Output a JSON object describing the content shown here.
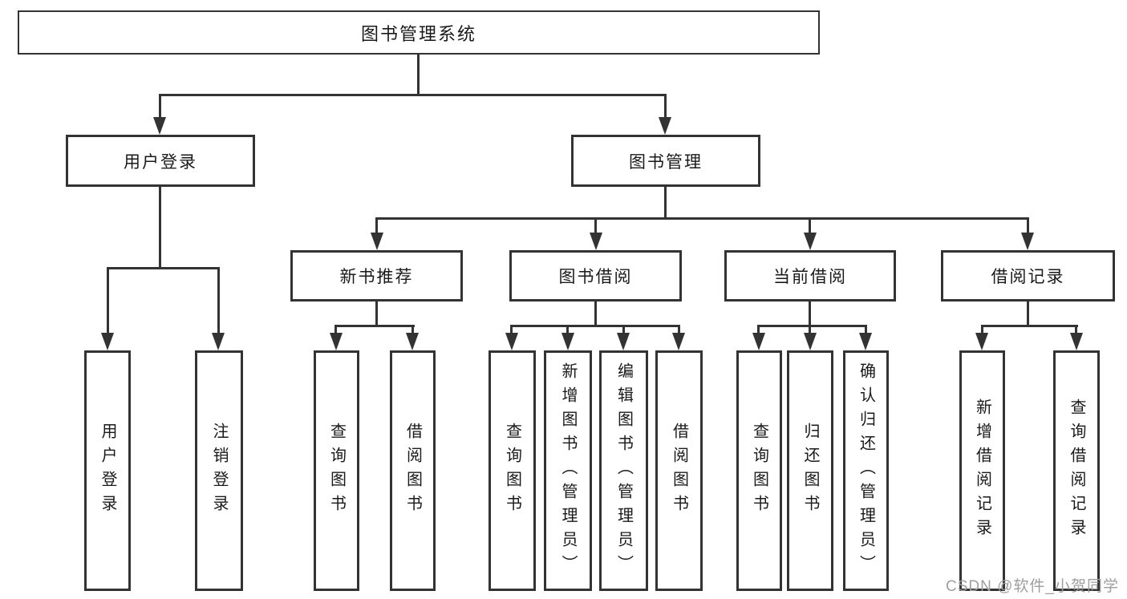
{
  "root": {
    "label": "图书管理系统"
  },
  "level2": {
    "user_login": "用户登录",
    "book_management": "图书管理"
  },
  "level3": {
    "new_books": "新书推荐",
    "book_borrow": "图书借阅",
    "current_borrow": "当前借阅",
    "borrow_records": "借阅记录"
  },
  "leaves": {
    "user_login": {
      "login": "用户登录",
      "logout": "注销登录"
    },
    "new_books": {
      "query": "查询图书",
      "borrow": "借阅图书"
    },
    "book_borrow": {
      "query": "查询图书",
      "add": "新增图书（管理员）",
      "edit": "编辑图书（管理员）",
      "borrow": "借阅图书"
    },
    "current_borrow": {
      "query": "查询图书",
      "return": "归还图书",
      "confirm": "确认归还（管理员）"
    },
    "borrow_records": {
      "add": "新增借阅记录",
      "query": "查询借阅记录"
    }
  },
  "watermark": {
    "text": "CSDN @软件_小贺同学"
  },
  "colors": {
    "line": "#333333",
    "text": "#1a1a1a",
    "watermark": "#9e9e9e",
    "background": "#ffffff"
  }
}
